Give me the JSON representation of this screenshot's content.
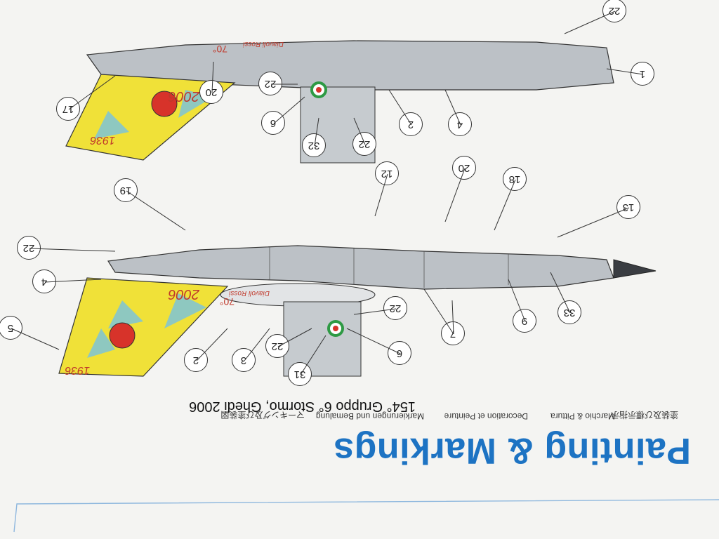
{
  "header": {
    "title": "Painting & Markings",
    "labels": [
      "塗装及び標示指示",
      "Marchio & Pittura",
      "Decoration et Peinture",
      "Markierungen und Bemalung",
      "マーキング及び塗装図"
    ]
  },
  "caption": "154° Gruppo 6° Stormo, Ghedi 2006",
  "lower_aircraft": {
    "callouts": [
      "13",
      "18",
      "20",
      "12",
      "19",
      "22",
      "4",
      "5",
      "2",
      "3",
      "31",
      "22",
      "6",
      "22",
      "7",
      "9",
      "33"
    ],
    "insert_callouts": [
      "22",
      "22",
      "6"
    ]
  },
  "upper_aircraft": {
    "callouts": [
      "22",
      "1",
      "4",
      "2",
      "22",
      "32",
      "6",
      "22",
      "20",
      "17"
    ]
  },
  "tail_texts": {
    "year_anniv": "1936",
    "year": "2006",
    "anniv": "70°",
    "script": "Diavoli Rossi"
  },
  "colors": {
    "title": "#1d73c3",
    "aircraft_grey": "#b9bec3",
    "tail_yellow": "#f0e138",
    "tail_camo": "#8ec8c0",
    "nose_cone": "#3a3d42",
    "roundel_red": "#d7332a",
    "roundel_green": "#2e9a44"
  }
}
